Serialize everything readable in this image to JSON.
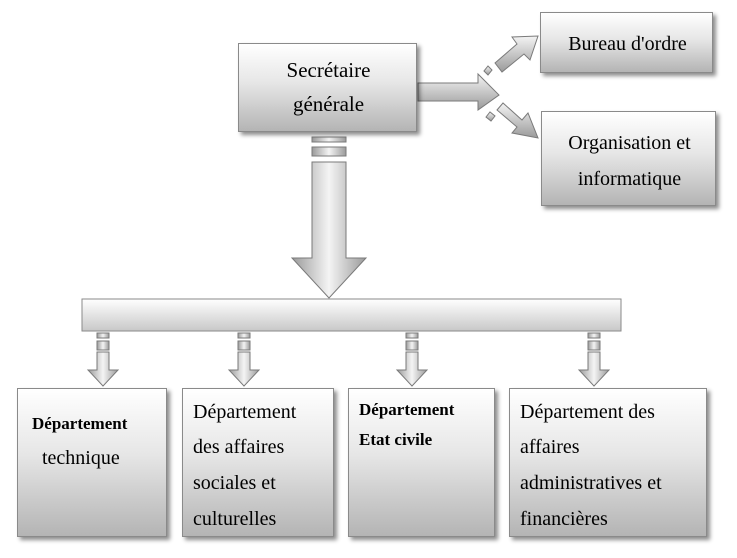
{
  "top": {
    "label_lines": [
      "Secrétaire",
      "générale"
    ]
  },
  "bureau": {
    "label": "Bureau d'ordre"
  },
  "organisation": {
    "label_lines": [
      "Organisation et",
      "informatique"
    ]
  },
  "departments": [
    {
      "label_lines": [
        "Département",
        "technique"
      ]
    },
    {
      "label_lines": [
        "Département",
        "des affaires",
        "sociales et",
        "culturelles"
      ]
    },
    {
      "label_lines": [
        "Département",
        "Etat civile"
      ]
    },
    {
      "label_lines": [
        "Département des",
        "affaires",
        "administratives et",
        "financières"
      ]
    }
  ]
}
